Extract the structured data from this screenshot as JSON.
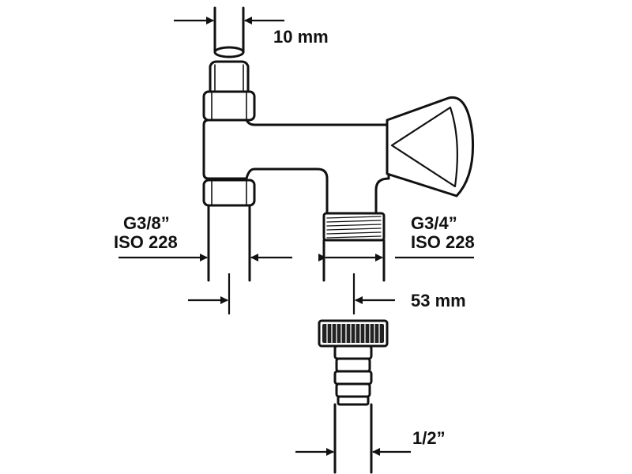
{
  "labels": {
    "pipe_top": "10 mm",
    "left_thread_1": "G3/8”",
    "left_thread_2": "ISO 228",
    "right_thread_1": "G3/4”",
    "right_thread_2": "ISO 228",
    "spacing": "53 mm",
    "hose": "1/2”"
  },
  "colors": {
    "stroke": "#111111",
    "fill": "#ffffff"
  }
}
